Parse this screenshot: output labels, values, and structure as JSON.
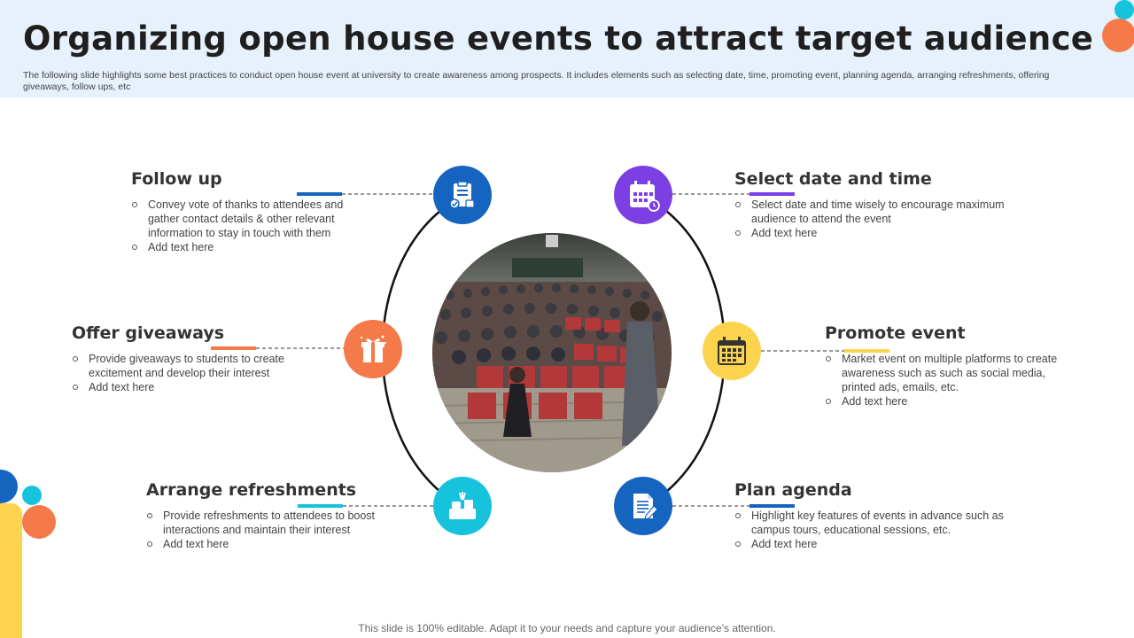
{
  "header": {
    "title": "Organizing open house events to attract target audience",
    "subtitle": "The following slide highlights some best practices to conduct open house event at university to create awareness among prospects. It includes elements such as selecting date, time, promoting event, planning agenda, arranging refreshments, offering giveaways, follow ups, etc"
  },
  "sections": {
    "follow_up": {
      "title": "Follow up",
      "bullets": [
        "Convey vote of thanks to attendees and gather contact details & other relevant information to stay in touch with them",
        "Add text here"
      ],
      "icon": "checklist-thumbs-up-icon",
      "color": "#1565c0"
    },
    "offer_giveaways": {
      "title": "Offer giveaways",
      "bullets": [
        "Provide giveaways to students to create excitement and develop their interest",
        "Add text here"
      ],
      "icon": "gift-icon",
      "color": "#f47a4a"
    },
    "arrange_refreshments": {
      "title": "Arrange refreshments",
      "bullets": [
        "Provide refreshments to attendees to boost interactions and maintain their interest",
        "Add text here"
      ],
      "icon": "refreshments-icon",
      "color": "#17c3dc"
    },
    "select_date_time": {
      "title": "Select date and time",
      "bullets": [
        "Select date and time wisely to encourage maximum audience to attend the event",
        "Add text here"
      ],
      "icon": "calendar-clock-icon",
      "color": "#7b3fe4"
    },
    "promote_event": {
      "title": "Promote event",
      "bullets": [
        "Market event on multiple platforms to create awareness such as such as social media, printed ads, emails, etc.",
        "Add text here"
      ],
      "icon": "calendar-icon",
      "color": "#fcd34d"
    },
    "plan_agenda": {
      "title": "Plan agenda",
      "bullets": [
        "Highlight key features of events in advance such as campus tours, educational sessions, etc.",
        "Add text here"
      ],
      "icon": "document-pen-icon",
      "color": "#1565c0"
    }
  },
  "center_image": {
    "icon": "auditorium-photo"
  },
  "footer": {
    "text": "This slide is 100% editable. Adapt it to your needs and capture your audience’s attention."
  }
}
